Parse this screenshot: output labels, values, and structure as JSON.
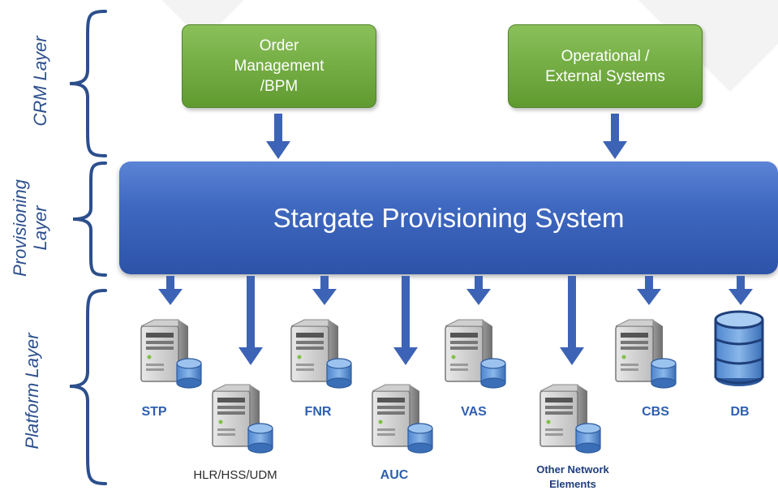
{
  "layers": {
    "crm": "CRM Layer",
    "provisioning_line1": "Provisioning",
    "provisioning_line2": "Layer",
    "platform": "Platform Layer"
  },
  "top_systems": {
    "order_management": "Order\nManagement\n/BPM",
    "operational": "Operational /\nExternal Systems"
  },
  "provisioning_system": "Stargate Provisioning System",
  "nodes": {
    "stp": "STP",
    "hlr": "HLR/HSS/UDM",
    "fnr": "FNR",
    "auc": "AUC",
    "vas": "VAS",
    "other": "Other Network\nElements",
    "cbs": "CBS",
    "db": "DB"
  },
  "icons": {
    "server": "server-with-database-icon",
    "database": "database-icon",
    "arrow": "arrow-down-icon",
    "brace": "curly-brace-icon"
  },
  "colors": {
    "green": "#6aa83a",
    "blue_bar": "#3a62bb",
    "arrow_blue": "#3c63b5",
    "label_blue": "#2e5fb0"
  }
}
